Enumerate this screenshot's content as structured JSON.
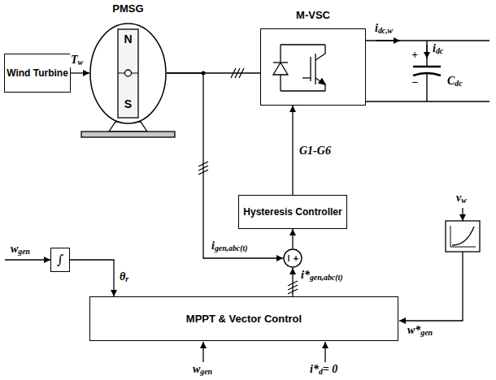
{
  "diagram": {
    "nodes": [
      {
        "text": [
          "Wind Turbine"
        ]
      },
      {
        "text": [
          "PMSG",
          "N",
          "S"
        ]
      },
      {
        "text": [
          "M-VSC"
        ]
      },
      {
        "text": [
          "Hysteresis Controller"
        ]
      },
      {
        "text": [
          "+"
        ]
      },
      {
        "text": [
          "∫"
        ]
      },
      {
        "text": [
          "MPPT & Vector Control"
        ]
      }
    ],
    "edges": [
      {
        "from": 0,
        "to": 1,
        "arrow": "to",
        "label": "Tw"
      },
      {
        "from": 1,
        "to": 2,
        "arrow": "none"
      },
      {
        "from": 3,
        "to": 2,
        "arrow": "to",
        "label": "G1-G6"
      },
      {
        "from": 1,
        "to": 4,
        "arrow": "to",
        "label": "igen,abc(t)"
      },
      {
        "from": 6,
        "to": 4,
        "arrow": "to",
        "label": "i*gen,abc(t)"
      },
      {
        "from": 4,
        "to": 3,
        "arrow": "to"
      },
      {
        "from": 5,
        "to": 6,
        "arrow": "to",
        "label": "θr"
      }
    ],
    "labels": [
      "idc,w",
      "idc",
      "+",
      "−",
      "Cdc",
      "wgen",
      "wgen",
      "i*d= 0",
      "vw",
      "w*gen"
    ]
  }
}
